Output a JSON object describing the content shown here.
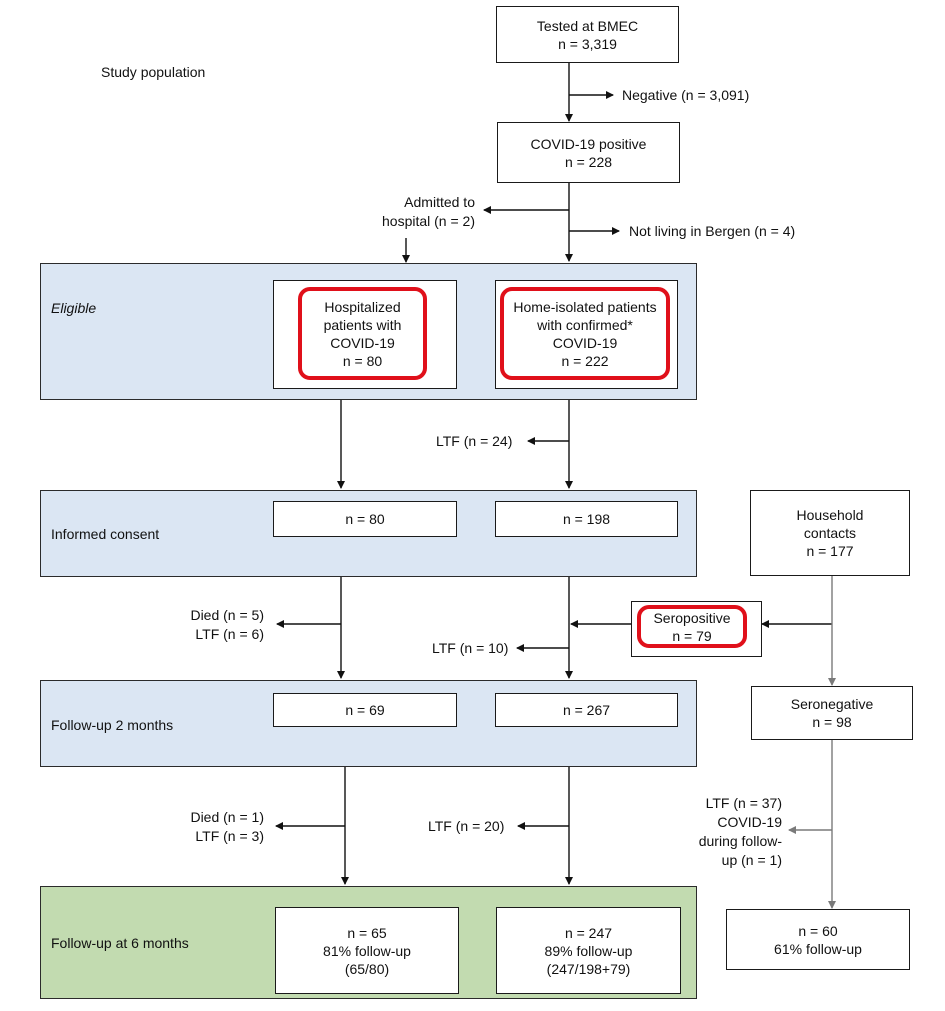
{
  "study_population": "Study population",
  "top": {
    "tested": {
      "line1": "Tested at BMEC",
      "line2": "n = 3,319"
    },
    "negative": "Negative (n = 3,091)",
    "positive": {
      "line1": "COVID-19 positive",
      "line2": "n = 228"
    },
    "admitted": {
      "line1": "Admitted to",
      "line2": "hospital (n = 2)"
    },
    "not_living": "Not living in Bergen (n = 4)"
  },
  "eligible": {
    "label": "Eligible",
    "hospitalized": {
      "line1": "Hospitalized",
      "line2": "patients with",
      "line3": "COVID-19",
      "line4": "n = 80"
    },
    "home": {
      "line1": "Home-isolated patients",
      "line2": "with confirmed*",
      "line3": "COVID-19",
      "line4": "n = 222"
    },
    "ltf": "LTF (n = 24)"
  },
  "consent": {
    "label": "Informed consent",
    "left": "n = 80",
    "right": "n = 198"
  },
  "household": {
    "line1": "Household",
    "line2": "contacts",
    "line3": "n = 177"
  },
  "after_consent": {
    "died": "Died (n = 5)",
    "ltf_left": "LTF (n = 6)",
    "ltf_right": "LTF (n = 10)",
    "seropositive": {
      "line1": "Seropositive",
      "line2": "n = 79"
    }
  },
  "followup2": {
    "label": "Follow-up 2 months",
    "left": "n = 69",
    "right": "n = 267",
    "seronegative": {
      "line1": "Seronegative",
      "line2": "n = 98"
    }
  },
  "after_2m": {
    "died": "Died (n = 1)",
    "ltf_left": "LTF (n = 3)",
    "ltf_mid": "LTF (n = 20)",
    "right_note": {
      "line1": "LTF (n = 37)",
      "line2": "COVID-19",
      "line3": "during follow-",
      "line4": "up (n = 1)"
    }
  },
  "followup6": {
    "label": "Follow-up at 6 months",
    "left": {
      "line1": "n = 65",
      "line2": "81% follow-up",
      "line3": "(65/80)"
    },
    "mid": {
      "line1": "n = 247",
      "line2": "89% follow-up",
      "line3": "(247/198+79)"
    },
    "right": {
      "line1": "n = 60",
      "line2": "61% follow-up"
    }
  },
  "colors": {
    "band_blue": "#dbe6f3",
    "band_green": "#c2dbb0",
    "highlight_red": "#e0101a",
    "household_arrow_gray": "#7a7a7a"
  }
}
